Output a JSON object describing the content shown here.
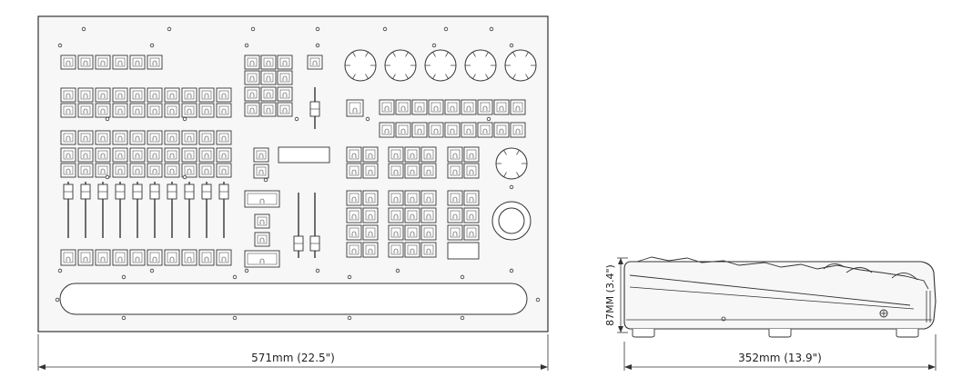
{
  "dimensions": {
    "top_width": "571mm (22.5\")",
    "side_depth": "352mm (13.9\")",
    "side_height": "87MM (3.4\")"
  },
  "colors": {
    "line": "#333333",
    "panel": "#f7f7f7",
    "key": "#ffffff"
  }
}
